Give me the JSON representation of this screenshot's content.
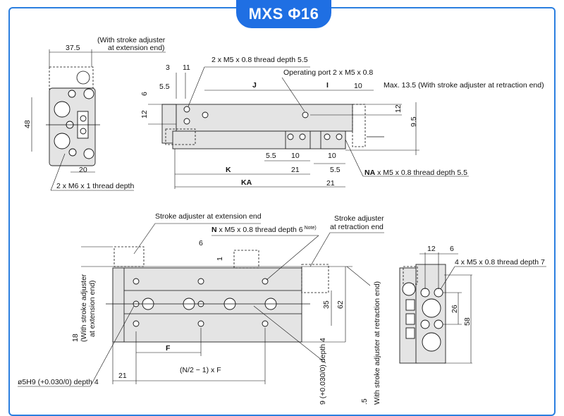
{
  "title": "MXS Φ16",
  "colors": {
    "accent": "#1f6fe3",
    "body": "#e4e4e4"
  },
  "top_left_view": {
    "dim_37_5": "37.5",
    "stroke_adj_line1": "(With stroke adjuster",
    "stroke_adj_line2": "at extension end)",
    "dim_48": "48",
    "dim_20": "20",
    "thread_note": "2 x M6 x 1 thread depth"
  },
  "side_view": {
    "thread_note_top": "2 x M5 x 0.8 thread depth 5.5",
    "dim_3": "3",
    "dim_11": "11",
    "dim_5_5_top": "5.5",
    "dim_J": "J",
    "dim_I": "I",
    "dim_10_top": "10",
    "max_note": "Max. 13.5 (With stroke adjuster at retraction end)",
    "operating_port": "Operating port 2 x M5 x 0.8",
    "dim_6": "6",
    "dim_12_left": "12",
    "dim_12_right": "12",
    "dim_9_5": "9.5",
    "dim_5_5_a": "5.5",
    "dim_10_a": "10",
    "dim_10_b": "10",
    "dim_K": "K",
    "dim_21_a": "21",
    "dim_5_5_b": "5.5",
    "na_prefix": "NA",
    "na_note": " x M5 x 0.8 thread depth 5.5",
    "dim_KA": "KA",
    "dim_21_b": "21"
  },
  "bottom_view": {
    "stroke_adj_ext": "Stroke adjuster at extension end",
    "n_prefix": "N",
    "n_note": " x M5 x 0.8 thread depth 6",
    "n_note_sup": "Note)",
    "stroke_adj_ret_line1": "Stroke adjuster",
    "stroke_adj_ret_line2": "at retraction end",
    "dim_6": "6",
    "dim_1": "1",
    "dim_35": "35",
    "dim_62": "62",
    "dim_18": "18",
    "with_adj_ext_1": "(With stroke adjuster",
    "with_adj_ext_2": "at extension end)",
    "dim_F": "F",
    "pitch_formula": "(N/2 − 1) x F",
    "dim_21": "21",
    "pin_hole_note": "ø5H9 (+0.030/0) depth 4",
    "pin_hole_note_2": "9 (+0.030/0) depth 4",
    "with_adj_ret": "With stroke adjuster at retraction end)",
    "dim_partial": ".5"
  },
  "end_view": {
    "dim_12": "12",
    "dim_6": "6",
    "thread_note": "4 x M5 x 0.8 thread depth 7",
    "dim_26": "26",
    "dim_58": "58"
  }
}
